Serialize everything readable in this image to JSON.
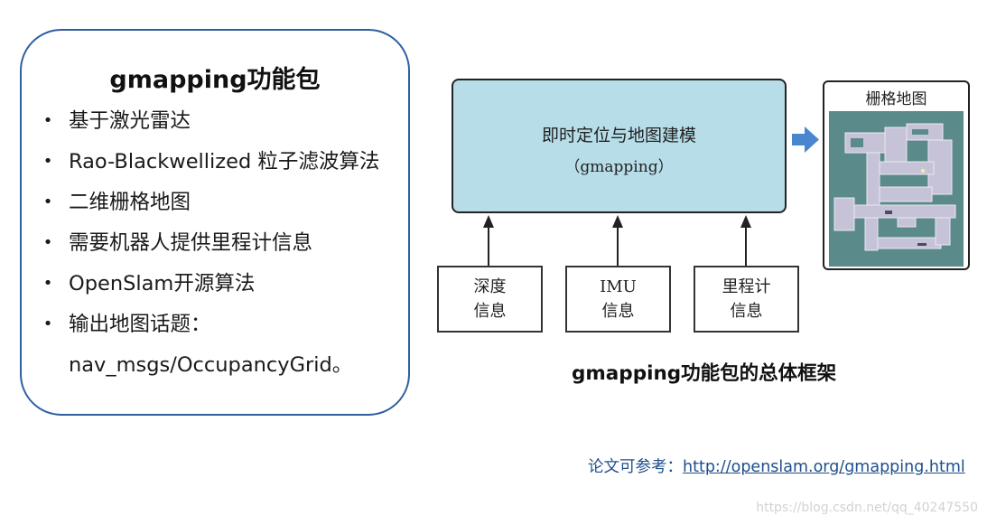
{
  "card": {
    "title": "gmapping功能包",
    "bullets": [
      "基于激光雷达",
      "Rao-Blackwellized 粒子滤波算法",
      "二维栅格地图",
      "需要机器人提供里程计信息",
      "OpenSlam开源算法",
      "输出地图话题："
    ],
    "continuation": "nav_msgs/OccupancyGrid。"
  },
  "diagram": {
    "main_box": {
      "line1": "即时定位与地图建模",
      "line2": "（gmapping）"
    },
    "inputs": [
      {
        "line1": "深度",
        "line2": "信息"
      },
      {
        "line1": "IMU",
        "line2": "信息"
      },
      {
        "line1": "里程计",
        "line2": "信息"
      }
    ],
    "output_title": "栅格地图",
    "caption": "gmapping功能包的总体框架"
  },
  "reference": {
    "label": "论文可参考：",
    "url": "http://openslam.org/gmapping.html"
  },
  "watermark": "https://blog.csdn.net/qq_40247550",
  "colors": {
    "card_border": "#2e5f9e",
    "main_box_fill": "#b6dde8",
    "arrow_blue": "#4a86d0",
    "map_background": "#5b8a8a",
    "map_free": "#c6c3d8",
    "link": "#1f4e8c"
  }
}
